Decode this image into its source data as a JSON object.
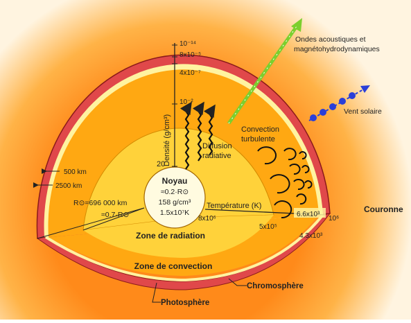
{
  "layers": {
    "corona": "Couronne",
    "chromosphere": "Chromosphère",
    "photosphere": "Photosphère",
    "convection_zone": "Zone de convection",
    "radiation_zone": "Zone de radiation",
    "core": "Noyau"
  },
  "core_values": {
    "radius": "≈0.2·R⊙",
    "density": "158 g/cm³",
    "temperature": "1.5x10⁷K"
  },
  "axes": {
    "density_label": "Densité (g/cm³)",
    "temperature_label": "Température (K)"
  },
  "density_ticks": [
    "20",
    "10⁻²",
    "4x10⁻⁷",
    "8x10⁻⁵",
    "10⁻¹⁴"
  ],
  "temperature_ticks": [
    "8x10⁶",
    "5x10⁵",
    "6.6x10³",
    "4.3x10³",
    "10⁶"
  ],
  "dimensions": {
    "sun_radius": "R⊙=696 000 km",
    "radiation_radius": "≈0.7·R⊙",
    "photosphere_thickness": "500 km",
    "chromosphere_thickness": "2500 km"
  },
  "processes": {
    "diffusion": [
      "Diffusion",
      "radiative"
    ],
    "convection": [
      "Convection",
      "turbulente"
    ],
    "waves": [
      "Ondes acoustiques et",
      "magnétohydrodynamiques"
    ],
    "solar_wind": "Vent solaire"
  },
  "colors": {
    "corona": "#ff9a2e",
    "chromosphere": "#e04848",
    "photosphere": "#fff3a0",
    "convection": "#ffa812",
    "radiation": "#ffd23a",
    "core": "#fffbe0",
    "wave_arrow": "#7ccf2e",
    "wind_dots": "#2a3fd8"
  }
}
